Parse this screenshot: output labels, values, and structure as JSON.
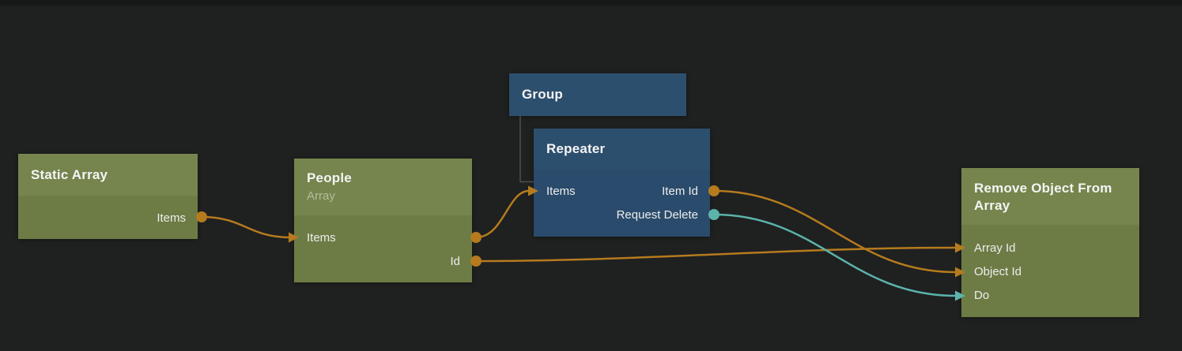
{
  "canvas": {
    "background": "#1f2020",
    "type": "node-graph-editor"
  },
  "palette": {
    "green_header": "#75854d",
    "green_body": "#6d7c45",
    "blue_header": "#2d4f6e",
    "blue_body": "#2a4b6b",
    "orange_wire": "#b57b1e",
    "orange_dot": "#a8721c",
    "teal_wire": "#5bb3ab",
    "teal_dot": "#52aaa2",
    "hierarchy_line": "#4d4d4d",
    "title_text": "#f4f4f4",
    "port_text": "#ededed"
  },
  "nodes": [
    {
      "title": "Static Array",
      "color": "green",
      "ports": [
        {
          "label": "Items",
          "direction": "output"
        }
      ]
    },
    {
      "title": "People",
      "subtitle": "Array",
      "color": "green",
      "ports": [
        {
          "label": "Items",
          "direction": "input-output"
        },
        {
          "label": "Id",
          "direction": "output"
        }
      ]
    },
    {
      "title": "Group",
      "color": "blue",
      "ports": []
    },
    {
      "title": "Repeater",
      "color": "blue",
      "ports": [
        {
          "label": "Items",
          "direction": "input"
        },
        {
          "label": "Item Id",
          "direction": "output"
        },
        {
          "label": "Request Delete",
          "direction": "output"
        }
      ]
    },
    {
      "title": "Remove Object From Array",
      "color": "green",
      "ports": [
        {
          "label": "Array Id",
          "direction": "input"
        },
        {
          "label": "Object Id",
          "direction": "input"
        },
        {
          "label": "Do",
          "direction": "input"
        }
      ]
    }
  ],
  "connections": [
    {
      "from_node": "Static Array",
      "from_port": "Items",
      "to_node": "People",
      "to_port": "Items",
      "color": "#b57b1e"
    },
    {
      "from_node": "People",
      "from_port": "Items",
      "to_node": "Repeater",
      "to_port": "Items",
      "color": "#b57b1e"
    },
    {
      "from_node": "People",
      "from_port": "Id",
      "to_node": "Remove Object From Array",
      "to_port": "Array Id",
      "color": "#b57b1e"
    },
    {
      "from_node": "Repeater",
      "from_port": "Item Id",
      "to_node": "Remove Object From Array",
      "to_port": "Object Id",
      "color": "#b57b1e"
    },
    {
      "from_node": "Repeater",
      "from_port": "Request Delete",
      "to_node": "Remove Object From Array",
      "to_port": "Do",
      "color": "#5bb3ab"
    }
  ],
  "hierarchy_edge": {
    "parent": "Group",
    "child": "Repeater"
  }
}
